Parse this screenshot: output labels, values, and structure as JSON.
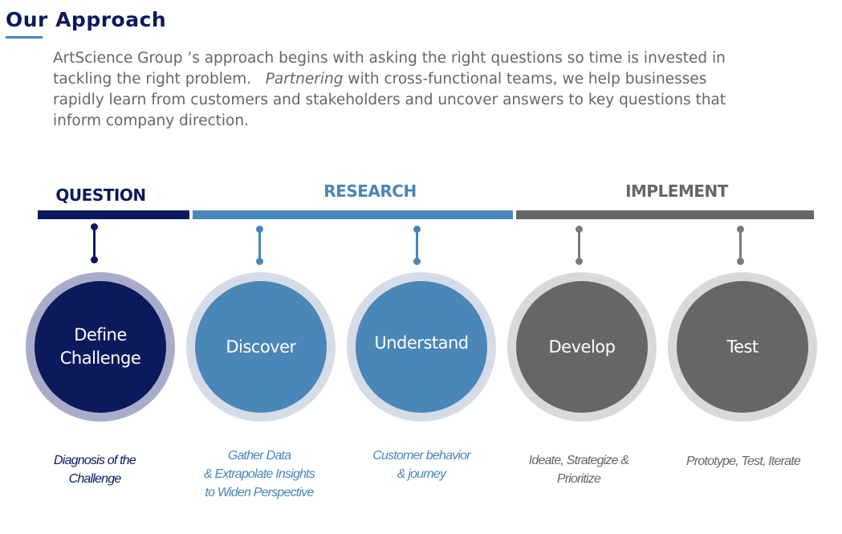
{
  "header": {
    "title": "Our Approach",
    "intro_lines": [
      "ArtScience Group ’s approach begins with asking  the right questions so time is invested in",
      "tackling  the right problem.",
      "Partnering",
      " with cross-functional teams, we help  businesses",
      "rapidly learn from customers and stakeholders and uncover answers to key questions that",
      "inform company direction."
    ]
  },
  "phases": [
    {
      "label": "QUESTION",
      "color": "#0b1a5c"
    },
    {
      "label": "RESEARCH",
      "color": "#4a86b8"
    },
    {
      "label": "IMPLEMENT",
      "color": "#666666"
    }
  ],
  "steps": [
    {
      "title": "Define\nChallenge",
      "description": "Diagnosis of the\nChallenge",
      "phase": "QUESTION",
      "fill": "#0b1a5c",
      "ring": "#a9acc9",
      "text_color": "#0b1a5c"
    },
    {
      "title": "Discover",
      "description": "Gather Data\n& Extrapolate Insights\nto Widen Perspective",
      "phase": "RESEARCH",
      "fill": "#4a86b8",
      "ring": "#d6dbe8",
      "text_color": "#4a86b8"
    },
    {
      "title": "Understand",
      "description": "Customer behavior\n& journey",
      "phase": "RESEARCH",
      "fill": "#4a86b8",
      "ring": "#d6dbe8",
      "text_color": "#4a86b8"
    },
    {
      "title": "Develop",
      "description": "Ideate, Strategize &\nPrioritize",
      "phase": "IMPLEMENT",
      "fill": "#666666",
      "ring": "#d9d9d9",
      "text_color": "#666666"
    },
    {
      "title": "Test",
      "description": "Prototype, Test, Iterate",
      "phase": "IMPLEMENT",
      "fill": "#666666",
      "ring": "#d9d9d9",
      "text_color": "#666666"
    }
  ]
}
